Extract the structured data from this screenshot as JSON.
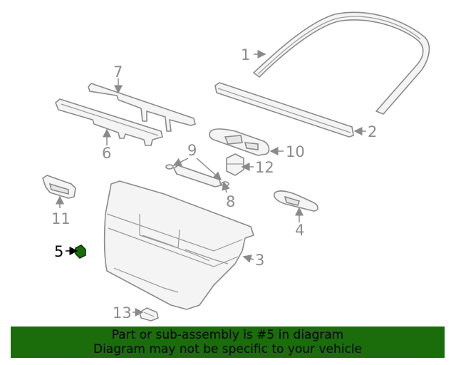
{
  "diagram": {
    "callouts": {
      "c1": "1",
      "c2": "2",
      "c3": "3",
      "c4": "4",
      "c5": "5",
      "c6": "6",
      "c7": "7",
      "c8": "8",
      "c9": "9",
      "c10": "10",
      "c11": "11",
      "c12": "12",
      "c13": "13"
    },
    "highlight_color": "#1a6d0a"
  },
  "banner": {
    "line1": "Part or sub-assembly is #5 in diagram",
    "line2": "Diagram may not be specific to your vehicle",
    "background": "#1a6d0a"
  }
}
